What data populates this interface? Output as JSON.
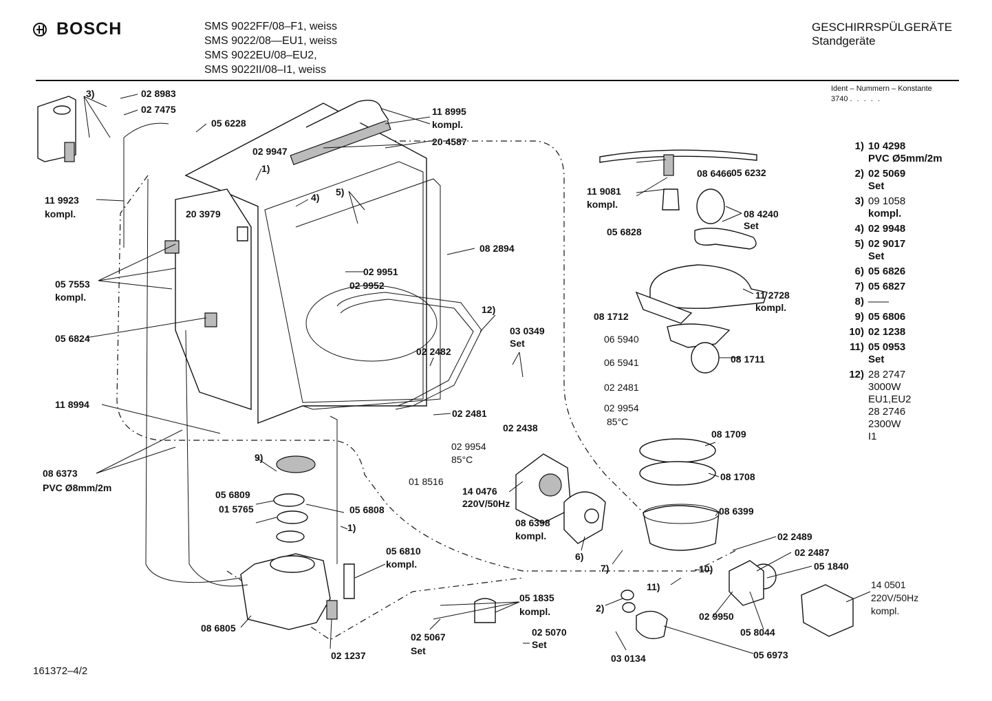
{
  "header": {
    "brand": "BOSCH",
    "models": [
      "SMS 9022FF/08–F1, weiss",
      "SMS 9022/08—EU1, weiss",
      "SMS 9022EU/08–EU2,",
      "SMS 9022II/08–I1, weiss"
    ],
    "category_line1": "GESCHIRRSPÜLGERÄTE",
    "category_line2": "Standgeräte",
    "ident_line1": "Ident – Nummern – Konstante",
    "ident_line2": "3740",
    "ident_dots": ". . . . ."
  },
  "footer": {
    "doc_number": "161372–4/2"
  },
  "legend": [
    {
      "num": "1)",
      "lines": [
        {
          "t": "10 4298",
          "b": true
        },
        {
          "t": "PVC Ø5mm/2m",
          "b": true
        }
      ]
    },
    {
      "num": "2)",
      "lines": [
        {
          "t": "02 5069",
          "b": true
        },
        {
          "t": "Set",
          "b": true
        }
      ]
    },
    {
      "num": "3)",
      "lines": [
        {
          "t": "09 1058",
          "b": false
        },
        {
          "t": "kompl.",
          "b": true
        }
      ]
    },
    {
      "num": "4)",
      "lines": [
        {
          "t": "02 9948",
          "b": true
        }
      ]
    },
    {
      "num": "5)",
      "lines": [
        {
          "t": "02 9017",
          "b": true
        },
        {
          "t": "Set",
          "b": true
        }
      ]
    },
    {
      "num": "6)",
      "lines": [
        {
          "t": "05 6826",
          "b": true
        }
      ]
    },
    {
      "num": "7)",
      "lines": [
        {
          "t": "05 6827",
          "b": true
        }
      ]
    },
    {
      "num": "8)",
      "lines": [
        {
          "t": "——",
          "b": false
        }
      ]
    },
    {
      "num": "9)",
      "lines": [
        {
          "t": "05 6806",
          "b": true
        }
      ]
    },
    {
      "num": "10)",
      "lines": [
        {
          "t": "02 1238",
          "b": true
        }
      ]
    },
    {
      "num": "11)",
      "lines": [
        {
          "t": "05 0953",
          "b": true
        },
        {
          "t": "Set",
          "b": true
        }
      ]
    },
    {
      "num": "12)",
      "lines": [
        {
          "t": "28 2747",
          "b": false
        },
        {
          "t": "3000W",
          "b": false
        },
        {
          "t": "EU1,EU2",
          "b": false
        },
        {
          "t": "28 2746",
          "b": false
        },
        {
          "t": "2300W",
          "b": false
        },
        {
          "t": "I1",
          "b": false
        }
      ]
    }
  ],
  "labels": {
    "p028983": "02 8983",
    "p027475": "02 7475",
    "p056228": "05 6228",
    "ref3": "3)",
    "p119923": "11 9923",
    "komplA": "kompl.",
    "p118995": "11 8995",
    "komplB": "kompl.",
    "p204587": "20 4587",
    "p029947": "02 9947",
    "ref1a": "1)",
    "ref4": "4)",
    "ref5": "5)",
    "p203979": "20 3979",
    "p057553": "05 7553",
    "komplC": "kompl.",
    "p056824": "05 6824",
    "p082894": "08 2894",
    "p029951": "02 9951",
    "p029952": "02 9952",
    "ref12": "12)",
    "p030349": "03 0349",
    "setA": "Set",
    "p022482": "02 2482",
    "p022481a": "02 2481",
    "p022438": "02 2438",
    "p029954a": "02 9954",
    "t85a": "85°C",
    "p018516": "01 8516",
    "p118994": "11 8994",
    "p086373": "08 6373",
    "pvc8": "PVC Ø8mm/2m",
    "ref9": "9)",
    "p056809": "05 6809",
    "p015765": "01 5765",
    "p056808": "05 6808",
    "ref1b": "1)",
    "p056810": "05 6810",
    "komplD": "kompl.",
    "p086805": "08 6805",
    "p021237": "02 1237",
    "p051835": "05 1835",
    "komplE": "kompl.",
    "p025067": "02 5067",
    "setB": "Set",
    "p025070": "02 5070",
    "setC": "Set",
    "p140476": "14 0476",
    "v220a": "220V/50Hz",
    "p086398": "08 6398",
    "komplF": "kompl.",
    "ref6": "6)",
    "ref7": "7)",
    "p086466": "08 6466",
    "p119081": "11 9081",
    "komplG": "kompl.",
    "p056232": "05 6232",
    "p084240": "08 4240",
    "setD": "Set",
    "p056828": "05 6828",
    "p112728": "11 2728",
    "komplH": "kompl.",
    "p081712": "08 1712",
    "p065940": "06 5940",
    "p065941": "06 5941",
    "p022481b": "02 2481",
    "p029954b": "02 9954",
    "t85b": "85°C",
    "p081711": "08 1711",
    "p081709": "08 1709",
    "p081708": "08 1708",
    "p086399": "08 6399",
    "p022489": "02 2489",
    "p022487": "02 2487",
    "p051840": "05 1840",
    "ref10": "10)",
    "ref11": "11)",
    "p140501": "14 0501",
    "v220b": "220V/50Hz",
    "komplI": "kompl.",
    "ref2": "2)",
    "p029950": "02 9950",
    "p058044": "05 8044",
    "p030134": "03 0134",
    "p056973": "05 6973"
  }
}
